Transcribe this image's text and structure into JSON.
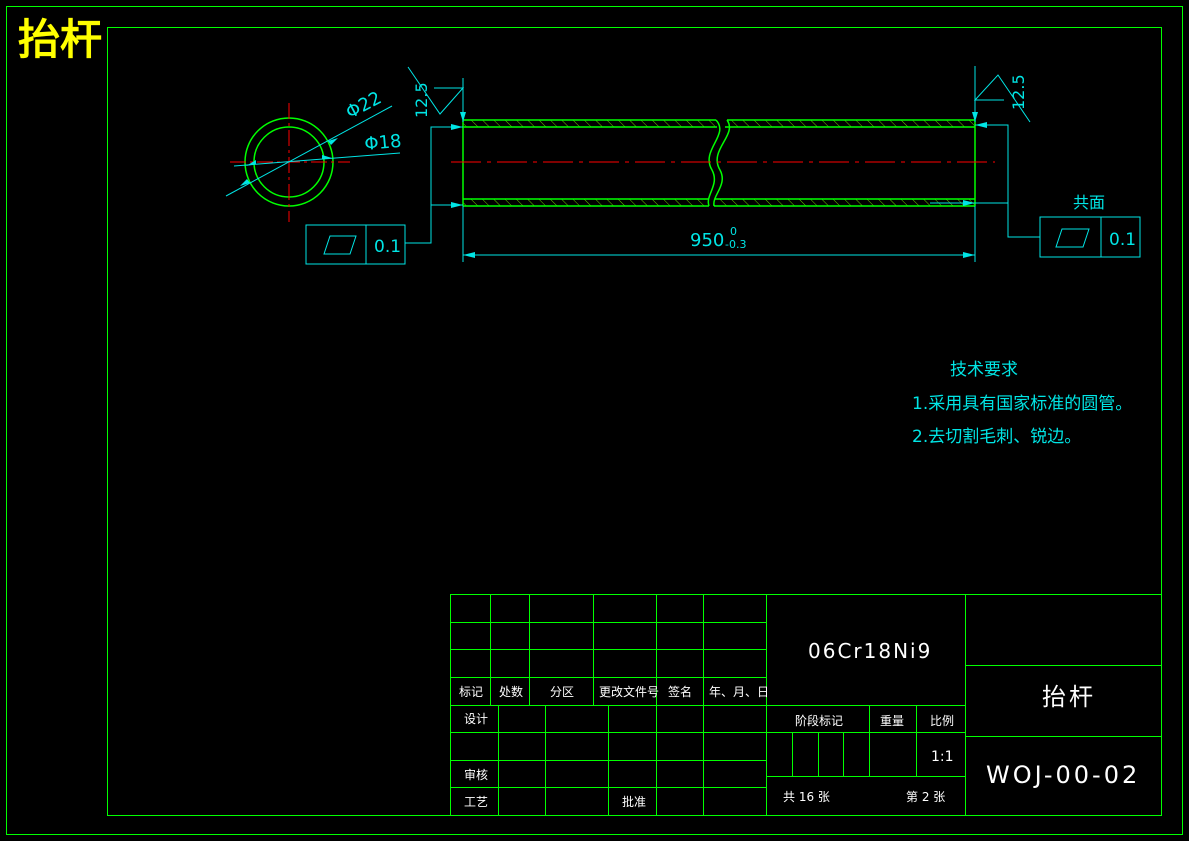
{
  "page_title": "抬杆",
  "colors": {
    "background": "#000000",
    "frame": "#00ff00",
    "dimension": "#00e5e5",
    "centerline": "#ff0000",
    "title_text": "#ffff00",
    "table_text": "#ffffff",
    "hatch": "#66cc00"
  },
  "dimensions": {
    "outer_diameter": "Φ22",
    "inner_diameter": "Φ18",
    "length_value": "950",
    "length_upper_tol": "0",
    "length_lower_tol": "-0.3",
    "roughness_left": "12.5",
    "roughness_right": "12.5"
  },
  "tolerance_frames": {
    "left_value": "0.1",
    "right_value": "0.1",
    "right_note": "共面"
  },
  "tech_requirements": {
    "title": "技术要求",
    "items": [
      "1.采用具有国家标准的圆管。",
      "2.去切割毛刺、锐边。"
    ]
  },
  "title_block": {
    "material": "06Cr18Ni9",
    "part_name": "抬杆",
    "drawing_number": "WOJ-00-02",
    "revision_headers": [
      "标记",
      "处数",
      "分区",
      "更改文件号",
      "签名",
      "年、月、日"
    ],
    "roles": {
      "design": "设计",
      "review": "审核",
      "process": "工艺",
      "approve": "批准"
    },
    "stage_mark": "阶段标记",
    "weight": "重量",
    "scale_label": "比例",
    "scale_value": "1:1",
    "total_sheets": "共 16 张",
    "sheet_number": "第 2 张"
  }
}
